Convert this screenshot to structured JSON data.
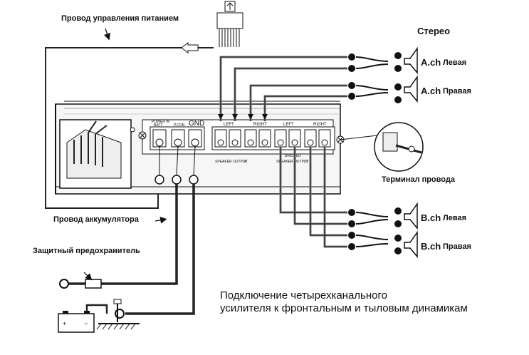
{
  "labels": {
    "power_control_wire": "Провод управления питанием",
    "stereo": "Стерео",
    "a_left_ch": "A.ch",
    "a_left_side": "Левая",
    "a_right_ch": "A.ch",
    "a_right_side": "Правая",
    "terminal": "Терминал провода",
    "b_left_ch": "B.ch",
    "b_left_side": "Левая",
    "b_right_ch": "B.ch",
    "b_right_side": "Правая",
    "battery_wire": "Провод аккумулятора",
    "fuse": "Защитный предохранитель"
  },
  "caption": {
    "line1": "Подключение четырехканального",
    "line2": "усилителя к фронтальным и тыловым динамикам"
  },
  "panel": {
    "power_in": "POWER IN",
    "batt": "BATT.",
    "p_con": "P.CON",
    "gnd": "GND",
    "left_a": "LEFT",
    "right_a": "RIGHT",
    "left_b": "LEFT",
    "right_b": "RIGHT",
    "speaker_output_a": "SPEAKER OUTPUT",
    "channel_a": "A",
    "bridged": "BRIDGED",
    "speaker_output_b": "SPEAKER OUTPUT",
    "channel_b": "B"
  },
  "colors": {
    "wire_dark": "#222222",
    "wire_gray": "#8a8a8a",
    "chassis": "#f4f4f4"
  }
}
